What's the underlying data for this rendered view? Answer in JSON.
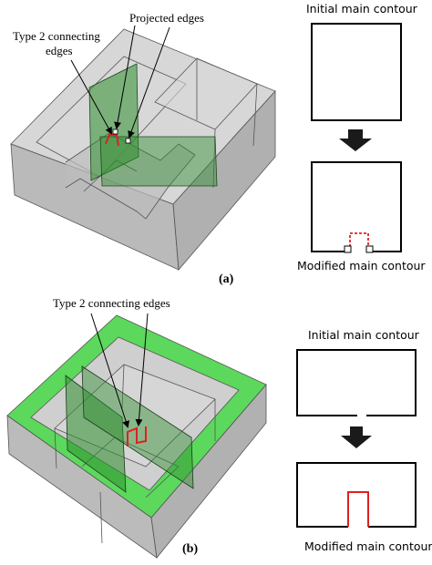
{
  "panel_a": {
    "label": "(a)",
    "annotation_connecting": [
      "Type 2 connecting",
      "edges"
    ],
    "annotation_projected": "Projected edges",
    "initial_contour_label": "Initial main contour",
    "modified_contour_label": "Modified main contour"
  },
  "panel_b": {
    "label": "(b)",
    "annotation_connecting": "Type 2 connecting edges",
    "initial_contour_label": "Initial main contour",
    "modified_contour_label": "Modified main contour"
  },
  "colors": {
    "box_fill": "#b9b9b9",
    "plane_green": "#2f8f2f",
    "rim_green": "#3fd13f",
    "edge_red": "#e02020",
    "arrow_dark": "#1a1a1a"
  }
}
